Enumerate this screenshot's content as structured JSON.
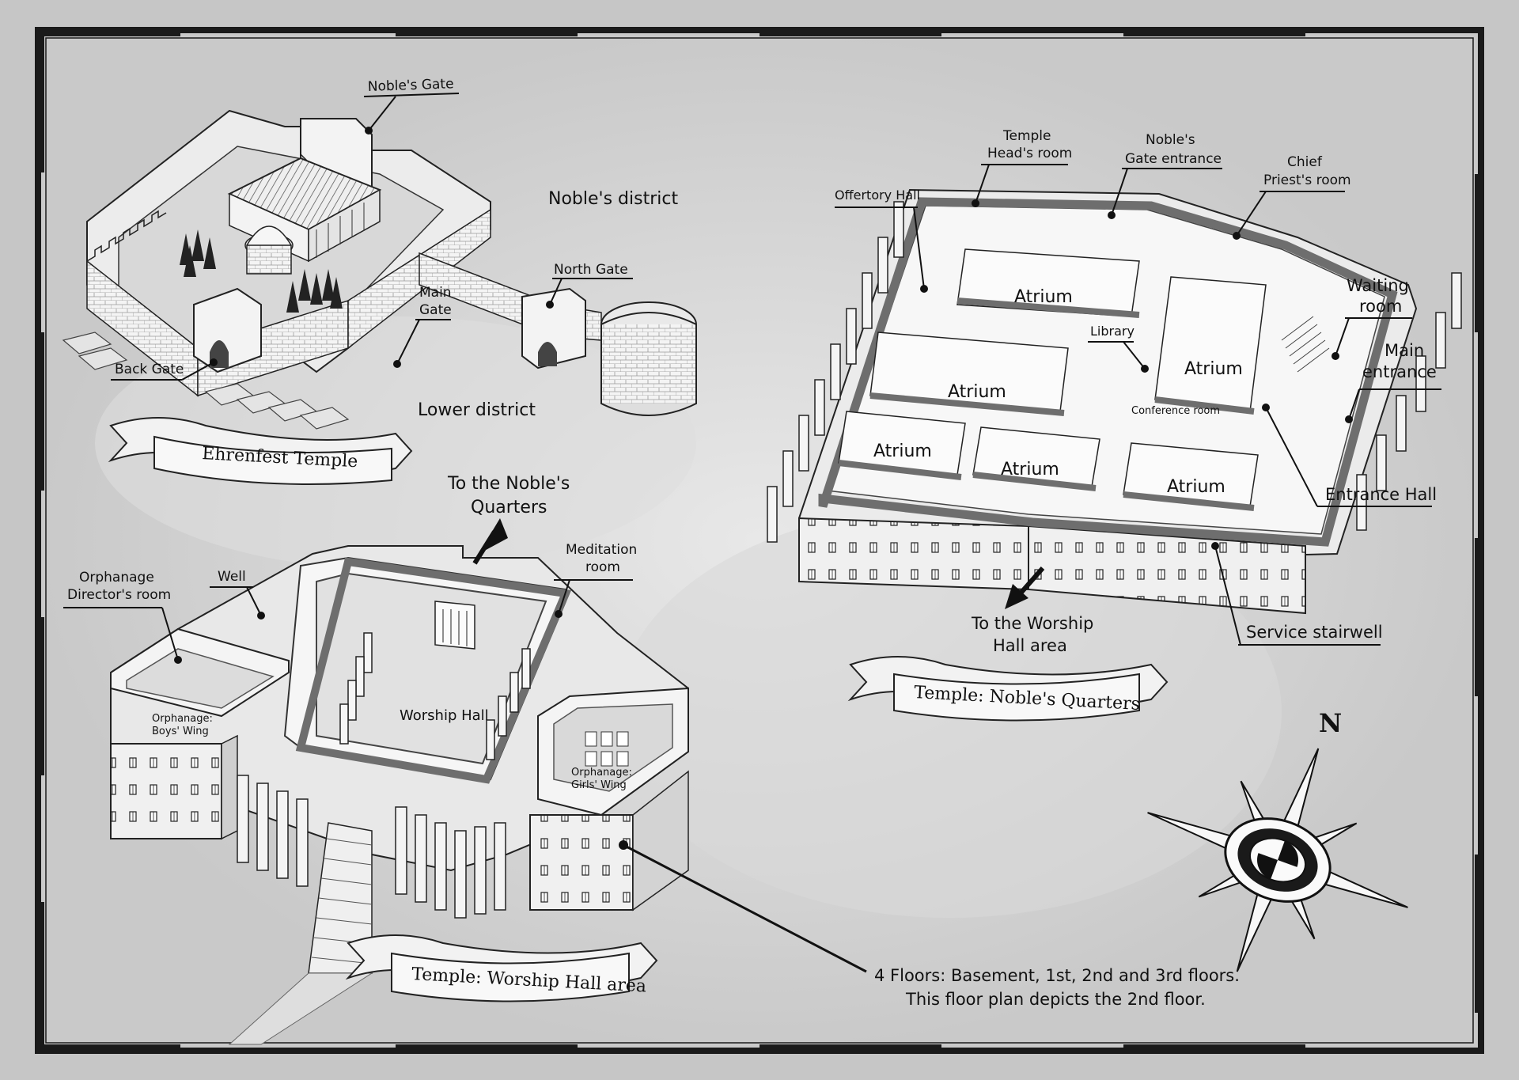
{
  "colors": {
    "paper": "#d6d6d6",
    "ink": "#111111",
    "wall_dark": "#6e6e6e",
    "wall_light": "#f2f2f2",
    "frame": "#1a1a1a"
  },
  "ehrenfest_temple": {
    "banner": "Ehrenfest Temple",
    "nobles_gate": "Noble's Gate",
    "nobles_district": "Noble's district",
    "north_gate": "North Gate",
    "main_gate_1": "Main",
    "main_gate_2": "Gate",
    "back_gate": "Back Gate",
    "lower_district": "Lower district"
  },
  "worship_hall": {
    "banner": "Temple: Worship Hall area",
    "to_nobles_1": "To the Noble's",
    "to_nobles_2": "Quarters",
    "meditation_1": "Meditation",
    "meditation_2": "room",
    "well": "Well",
    "director_1": "Orphanage",
    "director_2": "Director's room",
    "boys_1": "Orphanage:",
    "boys_2": "Boys' Wing",
    "girls_1": "Orphanage:",
    "girls_2": "Girls' Wing",
    "worship_hall": "Worship Hall"
  },
  "nobles_quarters": {
    "banner": "Temple: Noble's Quarters",
    "temple_head_1": "Temple",
    "temple_head_2": "Head's room",
    "gate_entrance_1": "Noble's",
    "gate_entrance_2": "Gate entrance",
    "chief_priest_1": "Chief",
    "chief_priest_2": "Priest's room",
    "offertory_hall": "Offertory Hall",
    "waiting_1": "Waiting",
    "waiting_2": "room",
    "main_entrance_1": "Main",
    "main_entrance_2": "entrance",
    "library": "Library",
    "conference": "Conference room",
    "entrance_hall": "Entrance Hall",
    "service_stairwell": "Service stairwell",
    "to_worship_1": "To the Worship",
    "to_worship_2": "Hall area",
    "atrium": "Atrium"
  },
  "floors_note_1": "4 Floors: Basement, 1st, 2nd and 3rd floors.",
  "floors_note_2": "This floor plan depicts the 2nd floor.",
  "compass_letter": "N"
}
